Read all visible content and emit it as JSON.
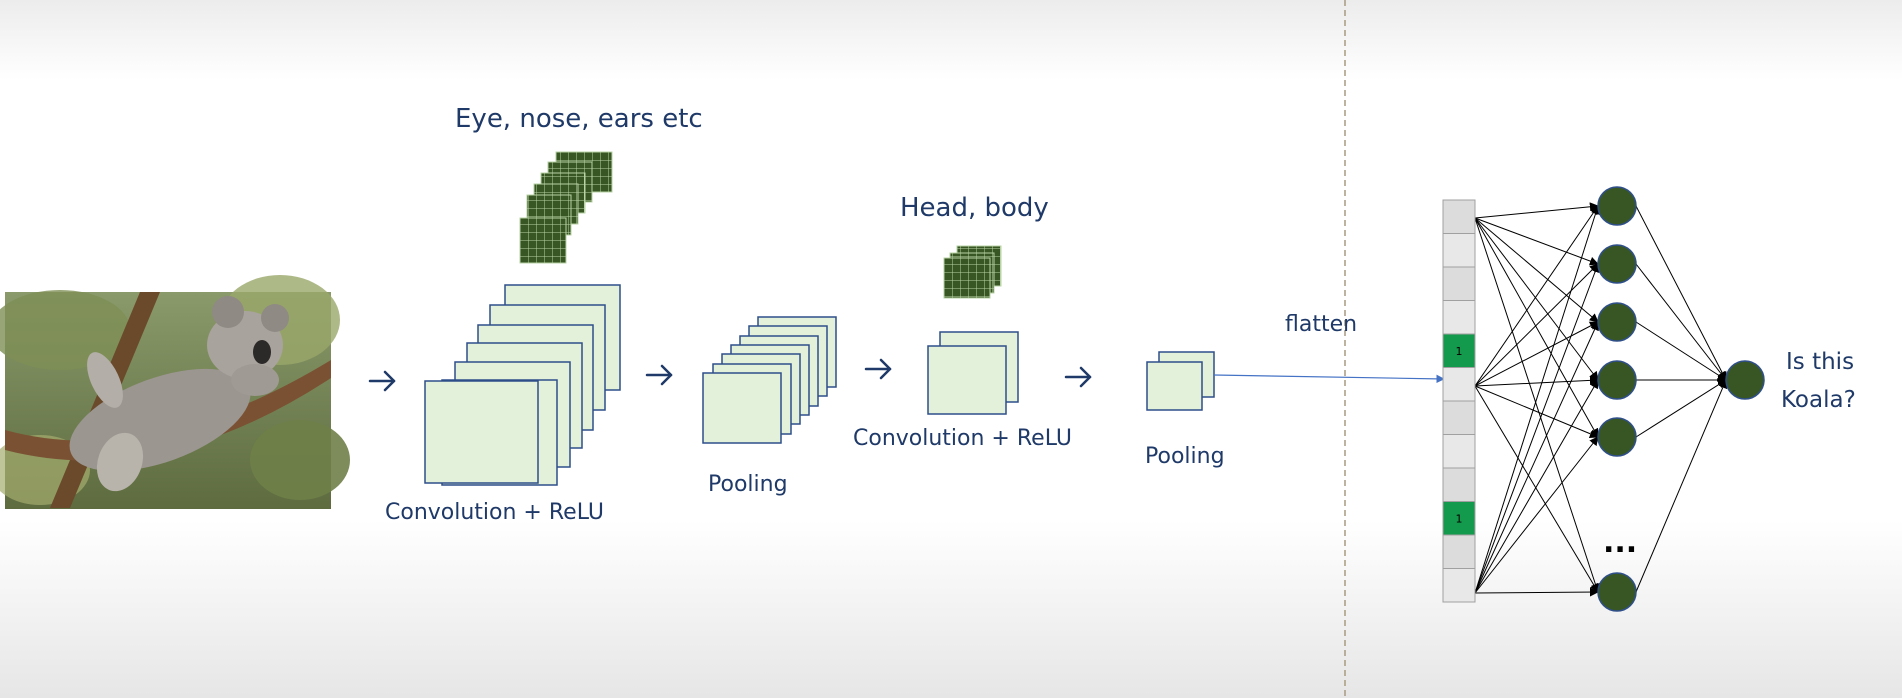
{
  "labels": {
    "eye_nose_ears": "Eye, nose, ears etc",
    "head_body": "Head, body",
    "conv_relu_1": "Convolution + ReLU",
    "pooling_1": "Pooling",
    "conv_relu_2": "Convolution + ReLU",
    "pooling_2": "Pooling",
    "flatten": "flatten",
    "question_line1": "Is this",
    "question_line2": "Koala?",
    "ellipsis": "...",
    "flat_cell_value": "1"
  },
  "colors": {
    "feature_map_fill": "#e3f0da",
    "feature_map_stroke": "#2f4f8a",
    "filter_fill": "#375623",
    "neuron_fill": "#375623",
    "neuron_stroke": "#2f4f8a",
    "active_cell": "#139a4c",
    "flatten_line": "#4472c4",
    "text": "#1f3a68",
    "divider": "#a89a80"
  },
  "image": {
    "subject": "koala resting on a eucalyptus branch"
  },
  "network": {
    "input_cells": 12,
    "active_cells": [
      4,
      9
    ],
    "hidden_neurons_visible": 6,
    "output_neurons": 1
  }
}
